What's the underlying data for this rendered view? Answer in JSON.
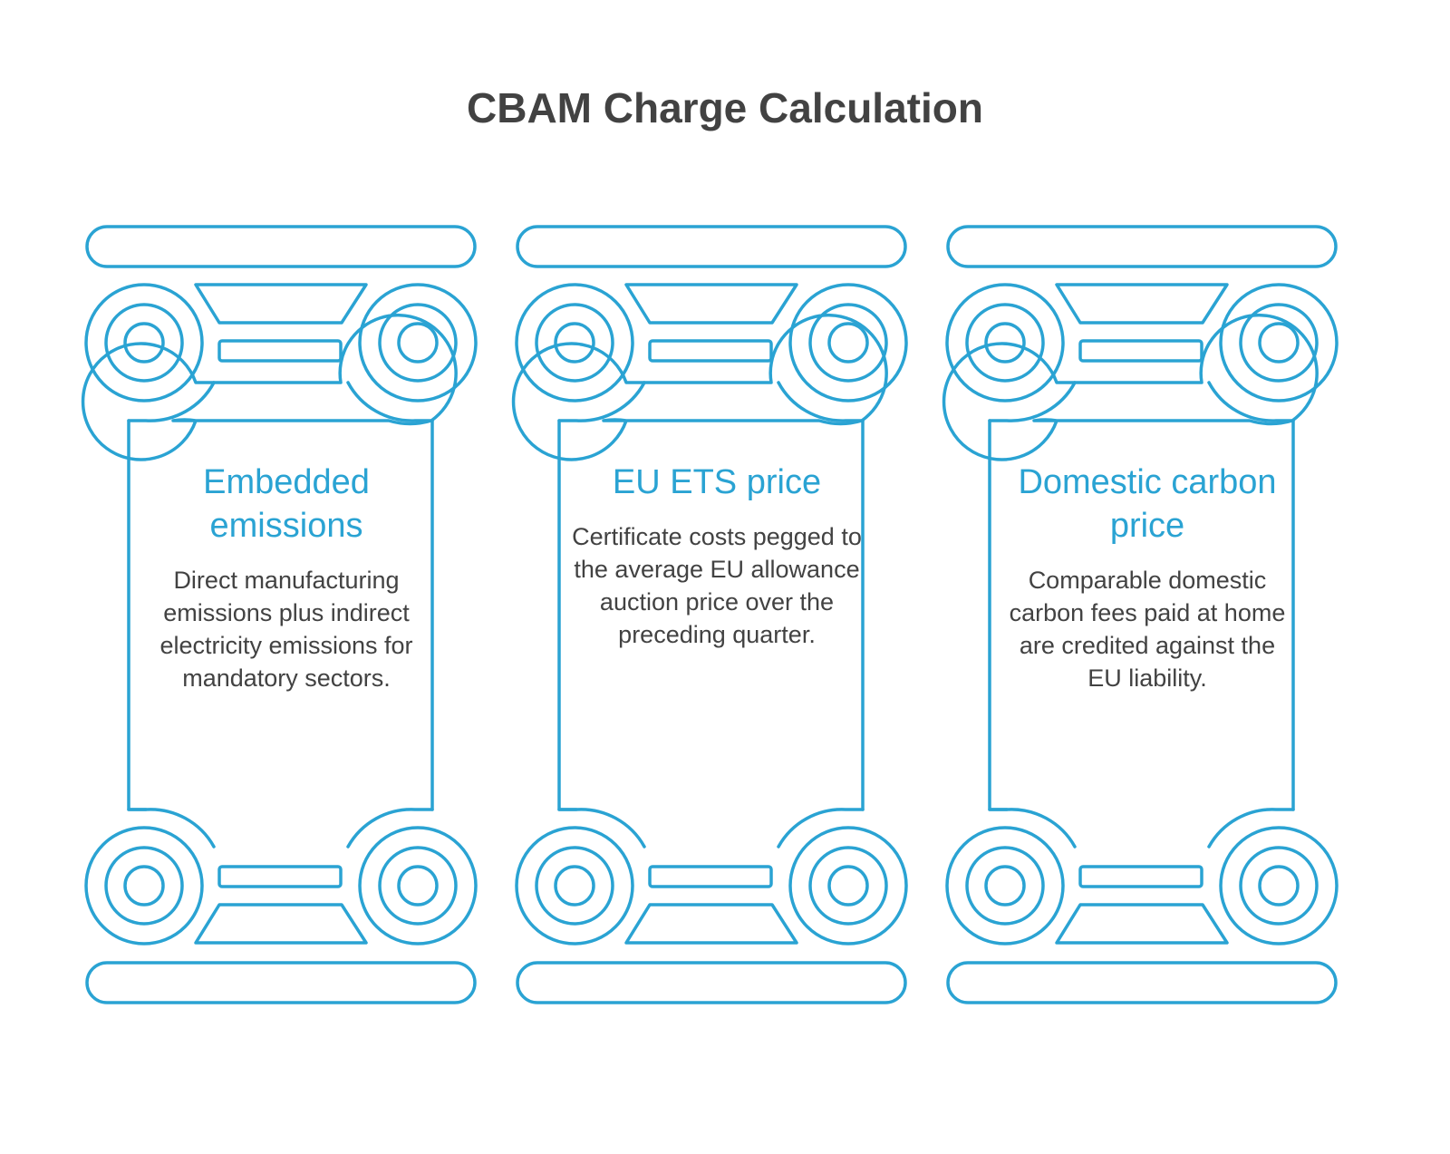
{
  "diagram": {
    "title": "CBAM Charge Calculation",
    "pillars": [
      {
        "heading": "Embedded emissions",
        "description": "Direct manufacturing emissions plus indirect electricity emissions for mandatory sectors."
      },
      {
        "heading": "EU ETS price",
        "description": "Certificate costs pegged to the average EU allowance auction price over the preceding quarter."
      },
      {
        "heading": "Domestic carbon price",
        "description": "Comparable domestic carbon fees paid at home are credited against the EU liability."
      }
    ]
  },
  "colors": {
    "accent": "#2aa3d3",
    "title": "#424242",
    "body_text": "#424242"
  }
}
